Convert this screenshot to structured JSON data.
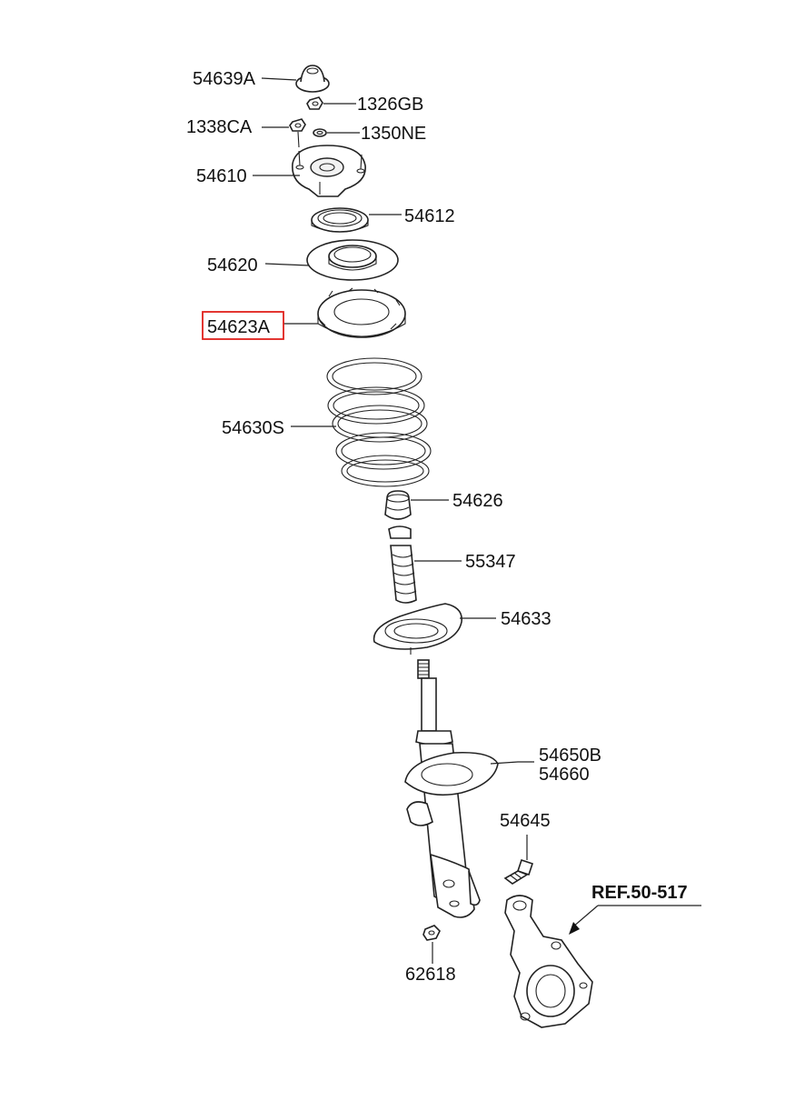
{
  "labels": {
    "p54639A": "54639A",
    "p1326GB": "1326GB",
    "p1338CA": "1338CA",
    "p1350NE": "1350NE",
    "p54610": "54610",
    "p54612": "54612",
    "p54620": "54620",
    "p54623A": "54623A",
    "p54630S": "54630S",
    "p54626": "54626",
    "p55347": "55347",
    "p54633": "54633",
    "p54650B": "54650B",
    "p54660": "54660",
    "p54645": "54645",
    "p62618": "62618",
    "ref": "REF.50-517"
  },
  "highlight": {
    "part": "54623A",
    "color": "#e0201c"
  }
}
